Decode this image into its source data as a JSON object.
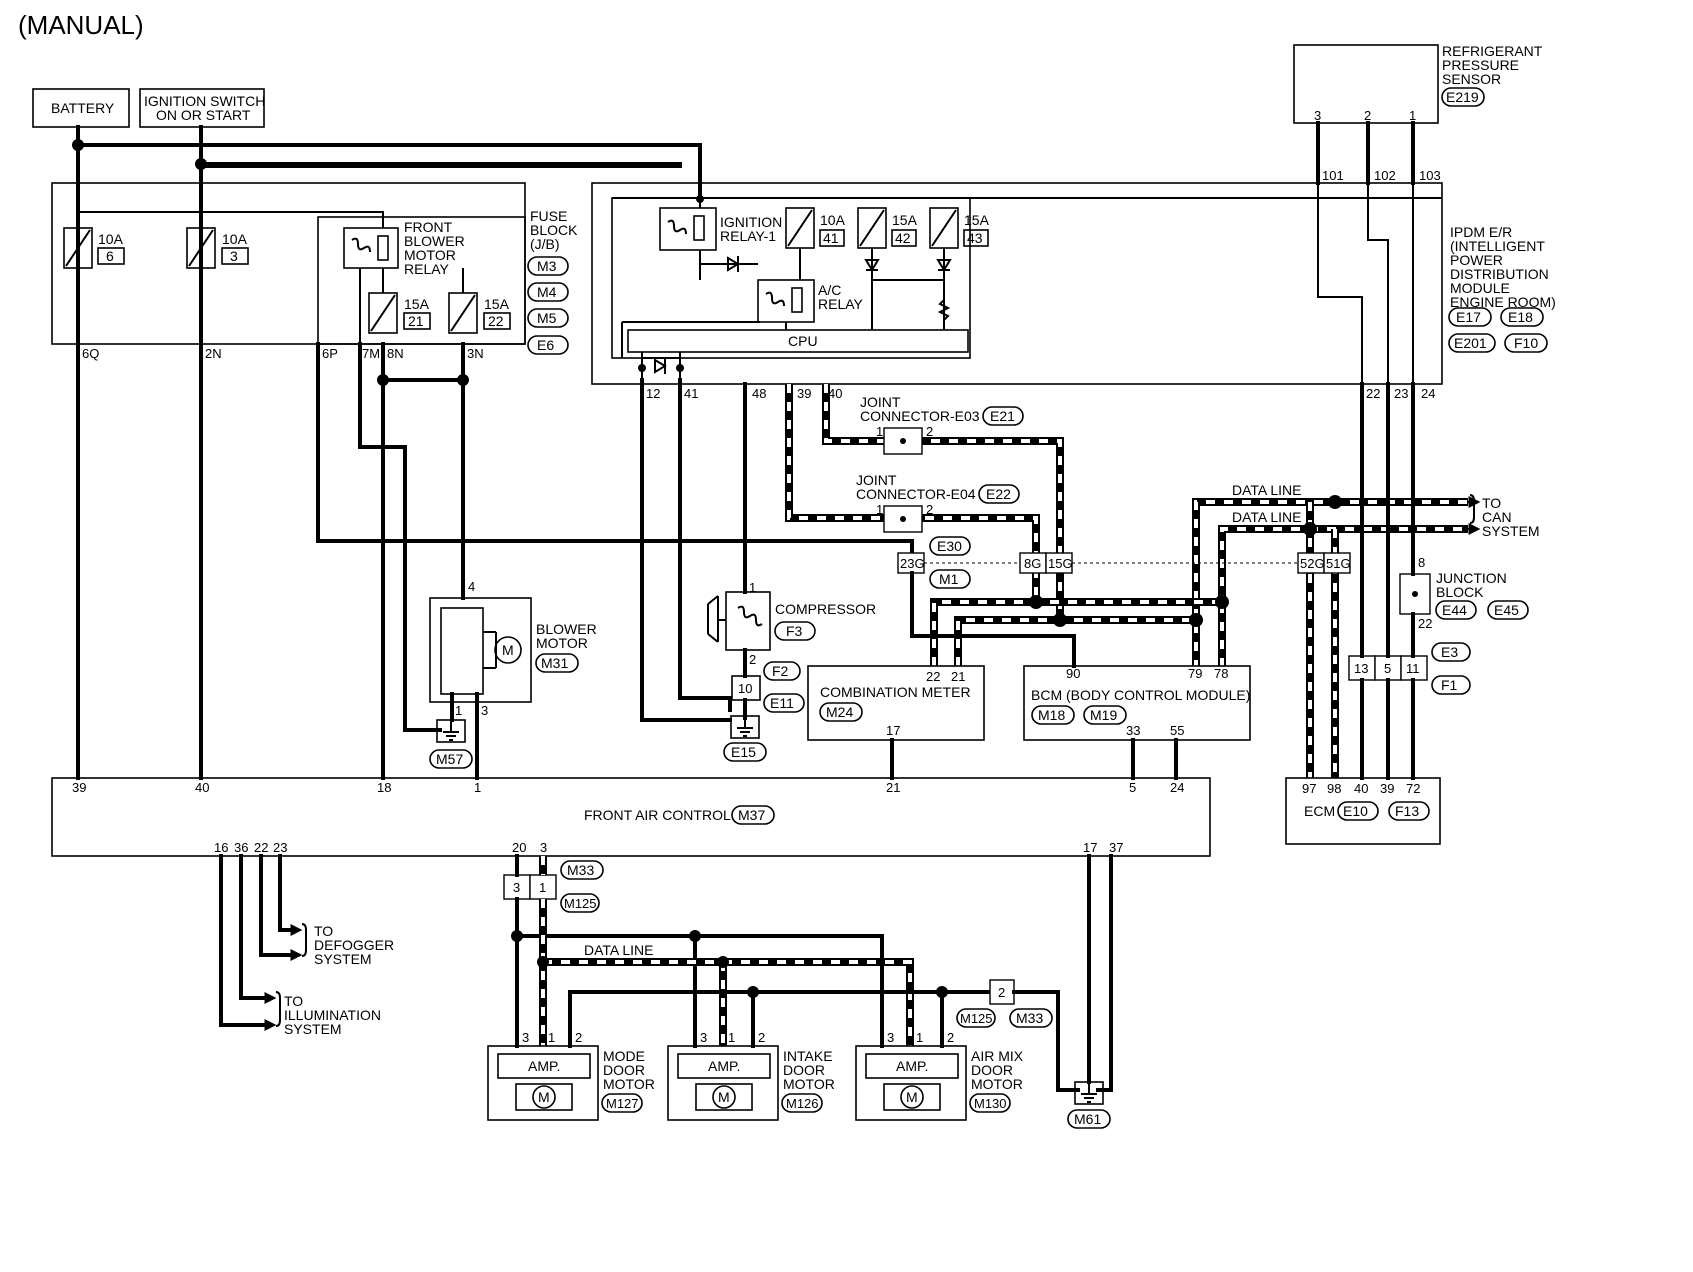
{
  "header": {
    "title": "(MANUAL)"
  },
  "sources": {
    "battery": "BATTERY",
    "ignition": "IGNITION SWITCH ON OR START"
  },
  "fuse_block": {
    "label": "FUSE BLOCK (J/B)",
    "connectors": [
      "M3",
      "M4",
      "M5",
      "E6"
    ],
    "fuses": [
      {
        "rating": "10A",
        "number": "6"
      },
      {
        "rating": "10A",
        "number": "3"
      },
      {
        "rating": "15A",
        "number": "21"
      },
      {
        "rating": "15A",
        "number": "22"
      }
    ],
    "relay": "FRONT BLOWER MOTOR RELAY",
    "terminals": [
      "6Q",
      "2N",
      "6P",
      "7M",
      "8N",
      "3N"
    ]
  },
  "ipdm": {
    "label": "IPDM E/R (INTELLIGENT POWER DISTRIBUTION MODULE ENGINE ROOM)",
    "connectors": [
      "E17",
      "E18",
      "E201",
      "F10"
    ],
    "ignition_relay": "IGNITION RELAY-1",
    "ac_relay": "A/C RELAY",
    "cpu": "CPU",
    "fuses": [
      {
        "rating": "10A",
        "number": "41"
      },
      {
        "rating": "15A",
        "number": "42"
      },
      {
        "rating": "15A",
        "number": "43"
      }
    ],
    "terminals": [
      "12",
      "41",
      "48",
      "39",
      "40",
      "22",
      "23",
      "24",
      "101",
      "102",
      "103"
    ]
  },
  "refrigerant_sensor": {
    "label": "REFRIGERANT PRESSURE SENSOR",
    "connector": "E219",
    "pins": [
      "3",
      "2",
      "1"
    ]
  },
  "joint_e03": {
    "label": "JOINT CONNECTOR-E03",
    "connector": "E21",
    "pins": [
      "1",
      "2"
    ]
  },
  "joint_e04": {
    "label": "JOINT CONNECTOR-E04",
    "connector": "E22",
    "pins": [
      "1",
      "2"
    ]
  },
  "data_line": "DATA LINE",
  "to_can": "TO CAN SYSTEM",
  "inline_connectors": {
    "e30": "E30",
    "m1": "M1",
    "pins": [
      "23G",
      "8G",
      "15G",
      "52G",
      "51G"
    ],
    "e3": "E3",
    "f1": "F1",
    "e3_pins": [
      "13",
      "5",
      "11"
    ],
    "f2": "F2",
    "e11": "E11",
    "e11_pin": "10"
  },
  "junction_block": {
    "label": "JUNCTION BLOCK",
    "connectors": [
      "E44",
      "E45"
    ],
    "pins": [
      "8",
      "22"
    ]
  },
  "compressor": {
    "label": "COMPRESSOR",
    "connector": "F3",
    "pins": [
      "1",
      "2"
    ]
  },
  "blower_motor": {
    "label": "BLOWER MOTOR",
    "connector": "M31",
    "pins": [
      "4",
      "1",
      "3"
    ]
  },
  "grounds": [
    "M57",
    "E15",
    "M61"
  ],
  "combination_meter": {
    "label": "COMBINATION METER",
    "connector": "M24",
    "pins": [
      "22",
      "21",
      "17"
    ]
  },
  "bcm": {
    "label": "BCM (BODY CONTROL MODULE)",
    "connectors": [
      "M18",
      "M19"
    ],
    "pins": [
      "90",
      "79",
      "78",
      "33",
      "55"
    ]
  },
  "ecm": {
    "label": "ECM",
    "connectors": [
      "E10",
      "F13"
    ],
    "pins": [
      "97",
      "98",
      "40",
      "39",
      "72"
    ]
  },
  "front_air_control": {
    "label": "FRONT AIR CONTROL",
    "connector": "M37",
    "top_pins": [
      "39",
      "40",
      "18",
      "1",
      "21",
      "5",
      "24"
    ],
    "bottom_pins": [
      "16",
      "36",
      "22",
      "23",
      "20",
      "3",
      "17",
      "37"
    ]
  },
  "outputs": {
    "defogger": "TO DEFOGGER SYSTEM",
    "illumination": "TO ILLUMINATION SYSTEM"
  },
  "m33_connectors": {
    "m33": "M33",
    "m125": "M125",
    "pins": [
      "3",
      "1"
    ],
    "pin2": "2"
  },
  "door_motors": [
    {
      "label": "MODE DOOR MOTOR",
      "connector": "M127",
      "amp": "AMP.",
      "pins": [
        "3",
        "1",
        "2"
      ]
    },
    {
      "label": "INTAKE DOOR MOTOR",
      "connector": "M126",
      "amp": "AMP.",
      "pins": [
        "3",
        "1",
        "2"
      ]
    },
    {
      "label": "AIR MIX DOOR MOTOR",
      "connector": "M130",
      "amp": "AMP.",
      "pins": [
        "3",
        "1",
        "2"
      ]
    }
  ],
  "motor_symbol": "M"
}
